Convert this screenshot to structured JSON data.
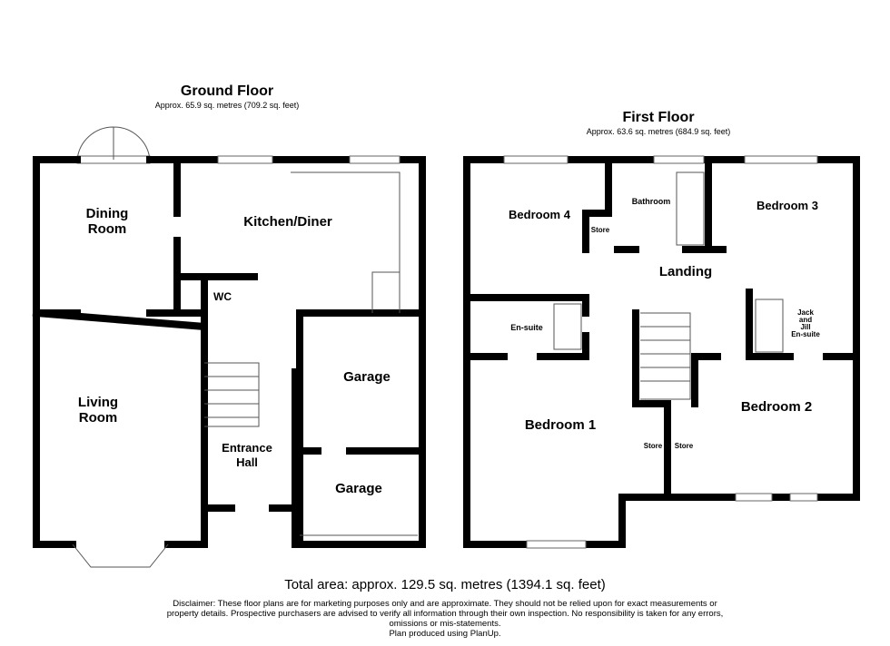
{
  "ground_floor": {
    "title": "Ground Floor",
    "area": "Approx. 65.9 sq. metres (709.2 sq. feet)",
    "rooms": {
      "dining_1": "Dining",
      "dining_2": "Room",
      "kitchen": "Kitchen/Diner",
      "wc": "WC",
      "living_1": "Living",
      "living_2": "Room",
      "garage_1": "Garage",
      "garage_2": "Garage",
      "hall_1": "Entrance",
      "hall_2": "Hall"
    }
  },
  "first_floor": {
    "title": "First Floor",
    "area": "Approx. 63.6 sq. metres (684.9 sq. feet)",
    "rooms": {
      "bedroom4": "Bedroom 4",
      "bathroom": "Bathroom",
      "bedroom3": "Bedroom 3",
      "store_top": "Store",
      "landing": "Landing",
      "ensuite": "En-suite",
      "jj_1": "Jack",
      "jj_2": "and",
      "jj_3": "Jill",
      "jj_4": "En-suite",
      "bedroom1": "Bedroom 1",
      "bedroom2": "Bedroom 2",
      "store_a": "Store",
      "store_b": "Store"
    }
  },
  "footer": {
    "total": "Total area: approx. 129.5 sq. metres (1394.1 sq. feet)",
    "disclaimer_1": "Disclaimer: These floor plans are for marketing purposes only and are approximate. They should not be relied upon for exact measurements or",
    "disclaimer_2": "property details. Prospective purchasers are advised to verify all information through their own inspection. No responsibility is taken for any errors,",
    "disclaimer_3": "omissions or mis-statements.",
    "credit": "Plan produced using PlanUp."
  }
}
